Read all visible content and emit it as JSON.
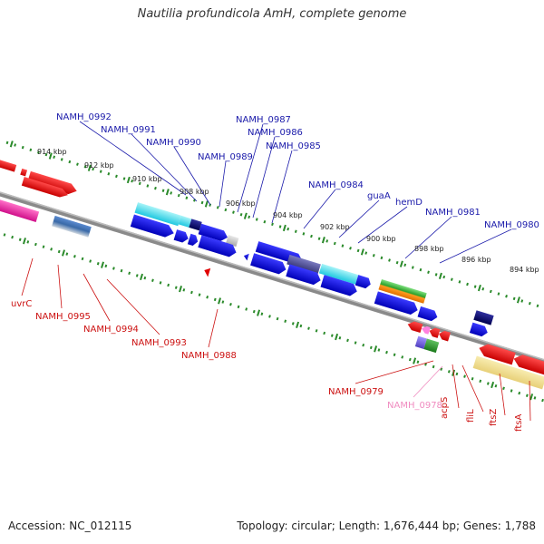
{
  "title": "Nautilia profundicola AmH, complete genome",
  "footer": {
    "accession": "Accession: NC_012115",
    "summary": "Topology: circular; Length: 1,676,444 bp; Genes: 1,788"
  },
  "colors": {
    "backbone": "#8c8c8c",
    "ticks": "#2a8a2a",
    "forward_label": "#1a1aaa",
    "reverse_label": "#cc1111",
    "rna_label": "#f08cc0"
  },
  "kbp_ticks": [
    "914 kbp",
    "912 kbp",
    "910 kbp",
    "908 kbp",
    "906 kbp",
    "904 kbp",
    "902 kbp",
    "900 kbp",
    "898 kbp",
    "896 kbp",
    "894 kbp"
  ],
  "forward_genes": [
    "NAMH_0992",
    "NAMH_0991",
    "NAMH_0990",
    "NAMH_0989",
    "NAMH_0987",
    "NAMH_0986",
    "NAMH_0985",
    "NAMH_0984",
    "guaA",
    "hemD",
    "NAMH_0981",
    "NAMH_0980"
  ],
  "reverse_genes": [
    "uvrC",
    "NAMH_0995",
    "NAMH_0994",
    "NAMH_0993",
    "NAMH_0988",
    "NAMH_0979",
    "NAMH_0978",
    "acpS",
    "fliL",
    "ftsZ",
    "ftsA"
  ]
}
